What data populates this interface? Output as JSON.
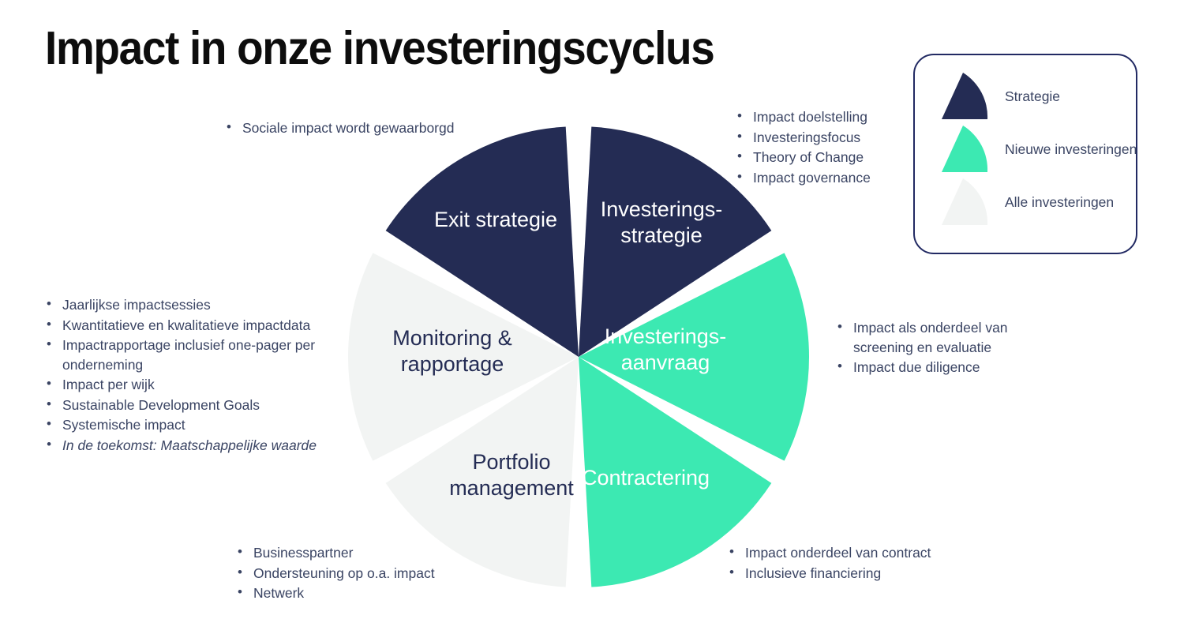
{
  "title": "Impact in onze investeringscyclus",
  "colors": {
    "navy": "#242c54",
    "green": "#3ce9b2",
    "light": "#f2f4f3",
    "text": "#3a4463",
    "legend_border": "#222a63",
    "title": "#0d0d0d",
    "gap": "#ffffff"
  },
  "chart_data": {
    "type": "pie",
    "title": "Impact in onze investeringscyclus",
    "legend_position": "top-right",
    "grid": false,
    "categories": [
      "Investerings-\nstrategie",
      "Investerings-\naanvraag",
      "Contractering",
      "Portfolio\nmanagement",
      "Monitoring &\nrapportage",
      "Exit strategie"
    ],
    "values": [
      1,
      1,
      1,
      1,
      1,
      1
    ],
    "slice_degrees": [
      60,
      60,
      60,
      60,
      60,
      60
    ],
    "slice_colors": [
      "#242c54",
      "#3ce9b2",
      "#3ce9b2",
      "#f2f4f3",
      "#f2f4f3",
      "#242c54"
    ],
    "slice_label_colors": [
      "#ffffff",
      "#ffffff",
      "#ffffff",
      "#242c54",
      "#242c54",
      "#ffffff"
    ],
    "legend_groups": [
      "Strategie",
      "Nieuwe investeringen",
      "Alle investeringen"
    ],
    "start_angle_deg": 0,
    "direction": "clockwise"
  },
  "segments": [
    {
      "key": "investeringsstrategie",
      "label": "Investerings-\nstrategie",
      "group": "Strategie"
    },
    {
      "key": "investeringsaanvraag",
      "label": "Investerings-\naanvraag",
      "group": "Nieuwe investeringen"
    },
    {
      "key": "contractering",
      "label": "Contractering",
      "group": "Nieuwe investeringen"
    },
    {
      "key": "portfolio-management",
      "label": "Portfolio\nmanagement",
      "group": "Alle investeringen"
    },
    {
      "key": "monitoring-rapportage",
      "label": "Monitoring &\nrapportage",
      "group": "Alle investeringen"
    },
    {
      "key": "exit-strategie",
      "label": "Exit strategie",
      "group": "Strategie"
    }
  ],
  "legend": {
    "items": [
      {
        "label": "Strategie",
        "color": "#242c54",
        "swatch": "pie-wedge-icon"
      },
      {
        "label": "Nieuwe investeringen",
        "color": "#3ce9b2",
        "swatch": "pie-wedge-icon"
      },
      {
        "label": "Alle investeringen",
        "color": "#f2f4f3",
        "swatch": "pie-wedge-icon"
      }
    ]
  },
  "callouts": {
    "exit": {
      "items": [
        "Sociale impact wordt gewaarborgd"
      ]
    },
    "strategie": {
      "items": [
        "Impact doelstelling",
        "Investeringsfocus",
        "Theory of Change",
        "Impact governance"
      ]
    },
    "aanvraag": {
      "items": [
        "Impact als onderdeel van screening en evaluatie",
        "Impact due diligence"
      ]
    },
    "contractering": {
      "items": [
        "Impact onderdeel van contract",
        "Inclusieve financiering"
      ]
    },
    "portfolio": {
      "items": [
        "Businesspartner",
        "Ondersteuning op o.a. impact",
        "Netwerk"
      ]
    },
    "monitoring": {
      "items": [
        "Jaarlijkse impactsessies",
        "Kwantitatieve en kwalitatieve impactdata",
        "Impactrapportage inclusief one-pager per onderneming",
        "Impact per wijk",
        "Sustainable Development Goals",
        "Systemische impact",
        "In de toekomst: Maatschappelijke waarde"
      ],
      "italic_index": 6
    }
  }
}
